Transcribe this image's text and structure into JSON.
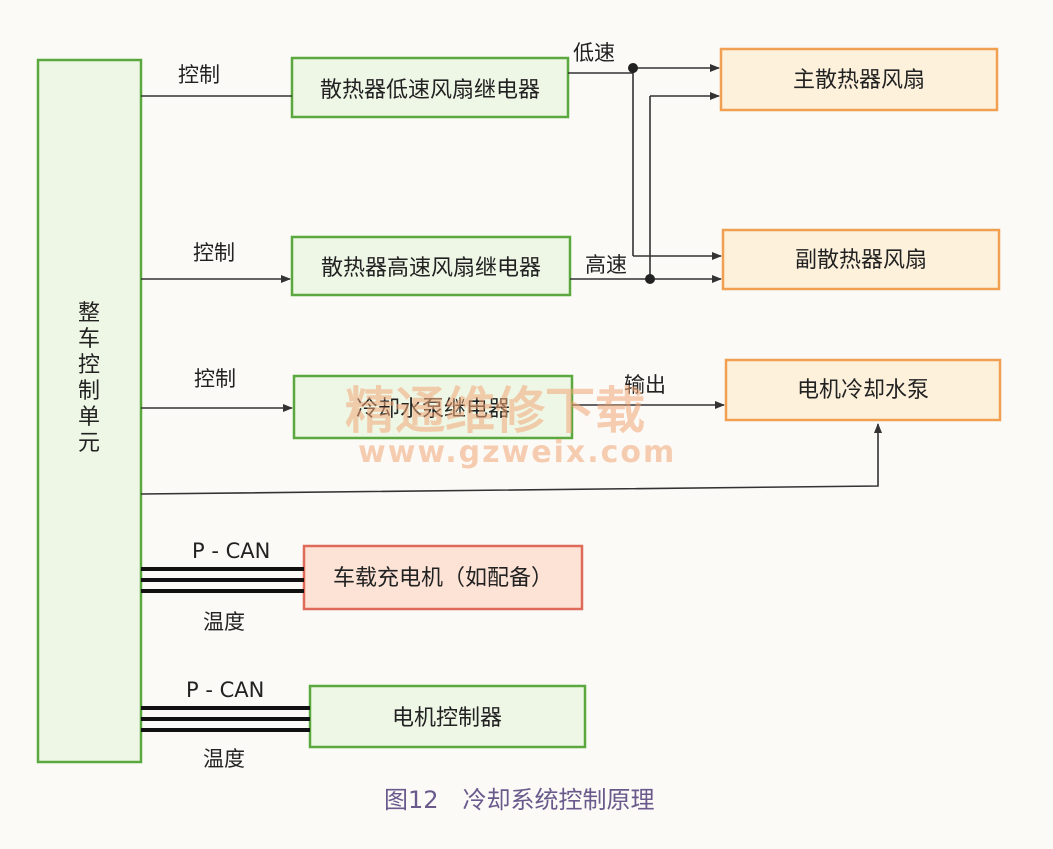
{
  "vcu": {
    "label": "整车控制单元"
  },
  "boxes": {
    "low_relay": "散热器低速风扇继电器",
    "high_relay": "散热器高速风扇继电器",
    "pump_relay": "冷却水泵继电器",
    "charger": "车载充电机（如配备）",
    "motor_ctrl": "电机控制器",
    "main_fan": "主散热器风扇",
    "aux_fan": "副散热器风扇",
    "pump": "电机冷却水泵"
  },
  "labels": {
    "control_1": "控制",
    "control_2": "控制",
    "control_3": "控制",
    "low_speed": "低速",
    "high_speed": "高速",
    "output": "输出",
    "pcan_1": "P - CAN",
    "temp_1": "温度",
    "pcan_2": "P - CAN",
    "temp_2": "温度"
  },
  "caption": "图12　冷却系统控制原理",
  "watermark": {
    "cn": "精通维修下载",
    "url": "www.gzweix.com"
  },
  "colors": {
    "green_fill": "#eef7e6",
    "green_border": "#5aa83e",
    "orange_fill": "#fdf1dc",
    "orange_border": "#f0a050",
    "red_fill": "#fde3d6",
    "red_border": "#e06a5a"
  }
}
